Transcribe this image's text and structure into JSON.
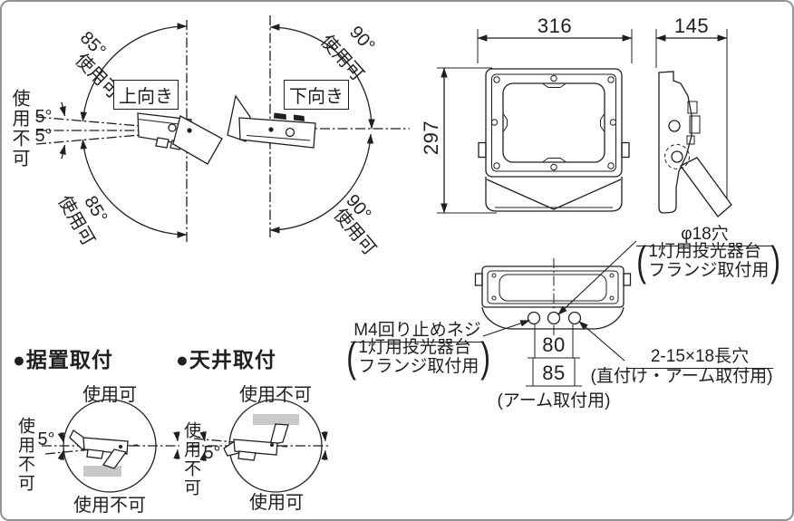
{
  "upward_diagram": {
    "boxed_label": "上向き",
    "upper_arc_angle": "85°",
    "upper_arc_note": "使用可",
    "lower_arc_angle": "85°",
    "lower_arc_note": "使用可",
    "restricted_label": "使用不可",
    "upper_restricted_angle": "5°",
    "lower_restricted_angle": "5°"
  },
  "downward_diagram": {
    "boxed_label": "下向き",
    "upper_arc_angle": "90°",
    "upper_arc_note": "使用可",
    "lower_arc_angle": "90°",
    "lower_arc_note": "使用可"
  },
  "dimension_views": {
    "front_width": "316",
    "front_height": "297",
    "side_depth": "145"
  },
  "bottom_view": {
    "center_hole_label": "φ18穴",
    "center_hole_note_line1": "1灯用投光器台",
    "center_hole_note_line2": "フランジ取付用",
    "screw_label": "M4回り止めネジ",
    "screw_note_line1": "1灯用投光器台",
    "screw_note_line2": "フランジ取付用",
    "slot_label": "2-15×18長穴",
    "slot_note": "(直付け・アーム取付用)",
    "hole_pitch_inner": "80",
    "hole_pitch_outer": "85",
    "arm_mount_note": "(アーム取付用)"
  },
  "floor_mount": {
    "heading": "●据置取付",
    "top_label": "使用可",
    "bottom_label": "使用不可",
    "side_label": "使用不可",
    "restricted_angle": "5°"
  },
  "ceiling_mount": {
    "heading": "●天井取付",
    "top_label": "使用不可",
    "bottom_label": "使用可",
    "side_label": "使用不可",
    "restricted_angle": "5°"
  }
}
